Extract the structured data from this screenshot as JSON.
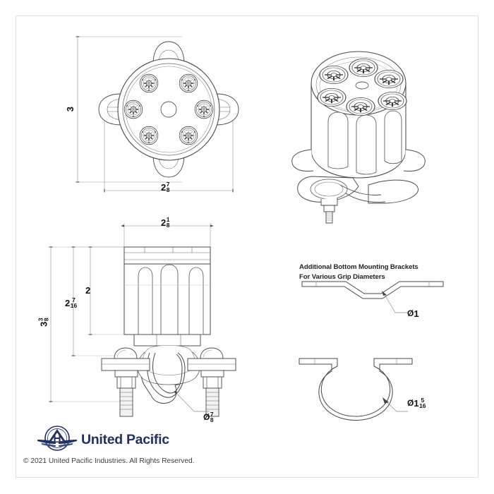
{
  "document": {
    "type": "technical-drawing",
    "brand": "United Pacific",
    "brand_color": "#22315e",
    "line_color": "#3c3c3c",
    "frame_color": "#e2e2e2",
    "background": "#ffffff"
  },
  "views": {
    "top_view": {
      "name": "top-view",
      "dimensions": {
        "height": {
          "whole": "3",
          "num": "",
          "den": ""
        },
        "width": {
          "whole": "2",
          "num": "7",
          "den": "8"
        }
      },
      "led_count": 6,
      "tab_count": 4
    },
    "iso_view": {
      "name": "isometric-view",
      "led_count": 6
    },
    "front_view": {
      "name": "front-view",
      "dimensions": {
        "width": {
          "whole": "2",
          "num": "1",
          "den": "8"
        },
        "body_height": {
          "whole": "2",
          "num": "",
          "den": ""
        },
        "mid_height": {
          "whole": "2",
          "num": "7",
          "den": "16"
        },
        "overall_height": {
          "whole": "3",
          "num": "3",
          "den": "8"
        },
        "grip_diameter": {
          "symbol": "Ø",
          "whole": "",
          "num": "7",
          "den": "8"
        }
      }
    },
    "brackets": {
      "note_line1": "Additional Bottom Mounting Brackets",
      "note_line2": "For Various Grip Diameters",
      "items": [
        {
          "name": "bracket-1-inch",
          "symbol": "Ø",
          "whole": "1",
          "num": "",
          "den": ""
        },
        {
          "name": "bracket-1-5-16-inch",
          "symbol": "Ø",
          "whole": "1",
          "num": "5",
          "den": "16"
        }
      ]
    }
  },
  "footer": {
    "brand_text": "United Pacific",
    "copyright": "© 2021 United Pacific Industries. All Rights Reserved.",
    "logo_icon": "united-pacific-winged-emblem-icon"
  }
}
